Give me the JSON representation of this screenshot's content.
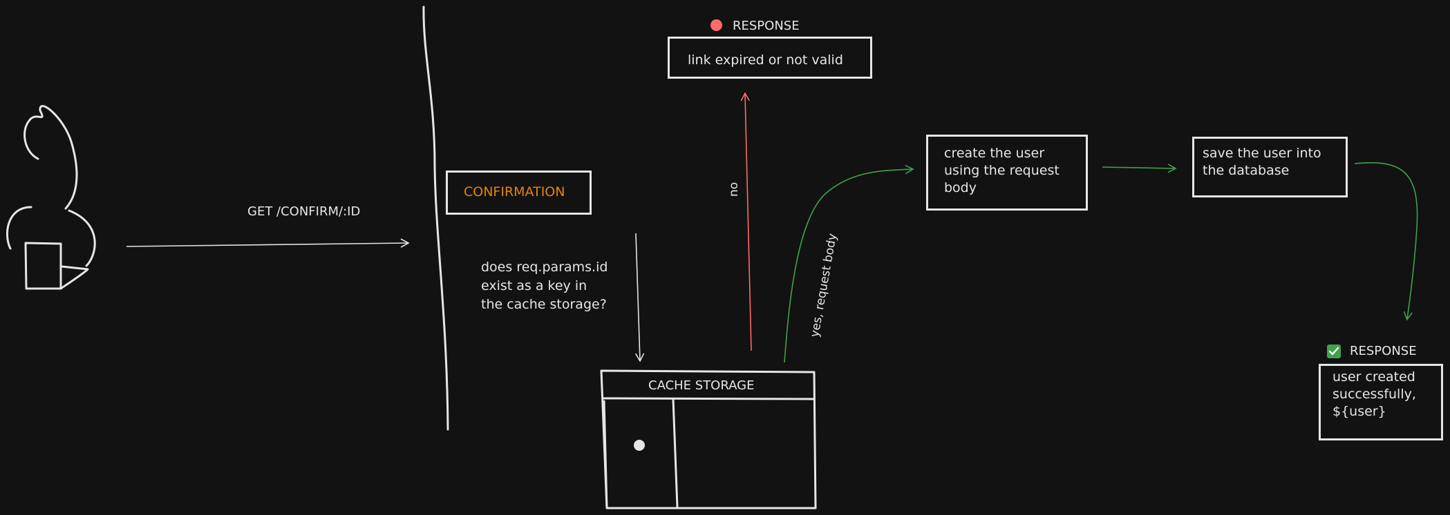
{
  "request_label": "GET /CONFIRM/:ID",
  "confirmation_label": "CONFIRMATION",
  "question_text": "does req.params.id\nexist as a key in\nthe cache storage?",
  "cache_storage_label": "CACHE STORAGE",
  "no_label": "no",
  "yes_label": "yes, request body",
  "error_response": {
    "title": "RESPONSE",
    "message": "link expired or not valid"
  },
  "create_user_text": "create the user\nusing the request\nbody",
  "save_user_text": "save the user into\nthe database",
  "success_response": {
    "title": "RESPONSE",
    "message": "user created\nsuccessfully,\n${user}"
  },
  "colors": {
    "background": "#121212",
    "stroke": "#e6e6e6",
    "confirmation": "#e8830c",
    "error": "#ff6b6b",
    "success": "#3fa34d"
  },
  "icons": [
    "user-figure-icon",
    "red-dot-icon",
    "green-check-icon"
  ]
}
